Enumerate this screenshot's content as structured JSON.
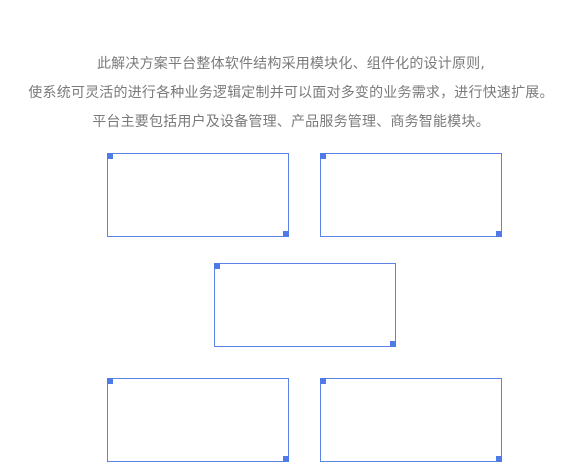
{
  "intro": {
    "lines": [
      "此解决方案平台整体软件结构采用模块化、组件化的设计原则,",
      "使系统可灵活的进行各种业务逻辑定制并可以面对多变的业务需求，进行快速扩展。",
      "平台主要包括用户及设备管理、产品服务管理、商务智能模块。"
    ]
  },
  "modules": [
    {
      "id": "module-1",
      "label": ""
    },
    {
      "id": "module-2",
      "label": ""
    },
    {
      "id": "module-3",
      "label": ""
    },
    {
      "id": "module-4",
      "label": ""
    },
    {
      "id": "module-5",
      "label": ""
    }
  ],
  "colors": {
    "text": "#7a7a7a",
    "box_border": "#5b83e6",
    "corner_marker": "#4f7be8",
    "background": "#ffffff"
  }
}
